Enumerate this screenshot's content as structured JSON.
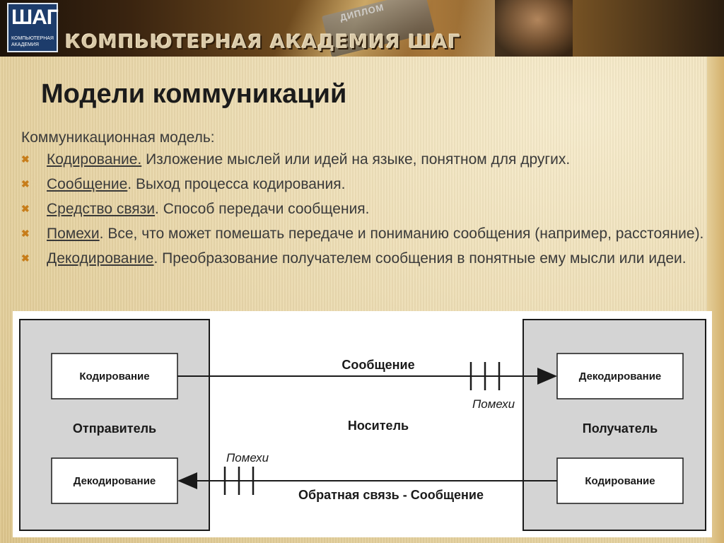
{
  "banner": {
    "logo_big": "ШАГ",
    "logo_small_line1": "КОМПЬЮТЕРНАЯ",
    "logo_small_line2": "АКАДЕМИЯ",
    "brand": "КОМПЬЮТЕРНАЯ АКАДЕМИЯ ШАГ",
    "diploma_text": "ДИПЛОМ"
  },
  "slide": {
    "title": "Модели коммуникаций",
    "intro": "Коммуникационная модель:",
    "bullet_icon": "x-mark-icon",
    "items": [
      {
        "term": "Кодирование.",
        "text": " Изложение мыслей или идей на языке, понятном для других."
      },
      {
        "term": "Сообщение",
        "sep": ".",
        "text": " Выход процесса кодирования."
      },
      {
        "term": "Средство связи",
        "sep": ".",
        "text": " Способ передачи сообщения."
      },
      {
        "term": "Помехи",
        "sep": ".",
        "text": " Все, что может помешать передаче и пониманию сообщения (например, расстояние)."
      },
      {
        "term": "Декодирование",
        "sep": ".",
        "text": " Преобразование получателем сообщения в понятные ему мысли или идеи."
      }
    ]
  },
  "diagram": {
    "sender": "Отправитель",
    "receiver": "Получатель",
    "medium": "Носитель",
    "sender_top_box": "Кодирование",
    "sender_bottom_box": "Декодирование",
    "receiver_top_box": "Декодирование",
    "receiver_bottom_box": "Кодирование",
    "top_arrow_label": "Сообщение",
    "top_noise_label": "Помехи",
    "bottom_arrow_label": "Обратная связь - Сообщение",
    "bottom_noise_label": "Помехи",
    "colors": {
      "panel": "#d4d4d4",
      "box": "#ffffff",
      "line": "#1a1a1a"
    }
  }
}
